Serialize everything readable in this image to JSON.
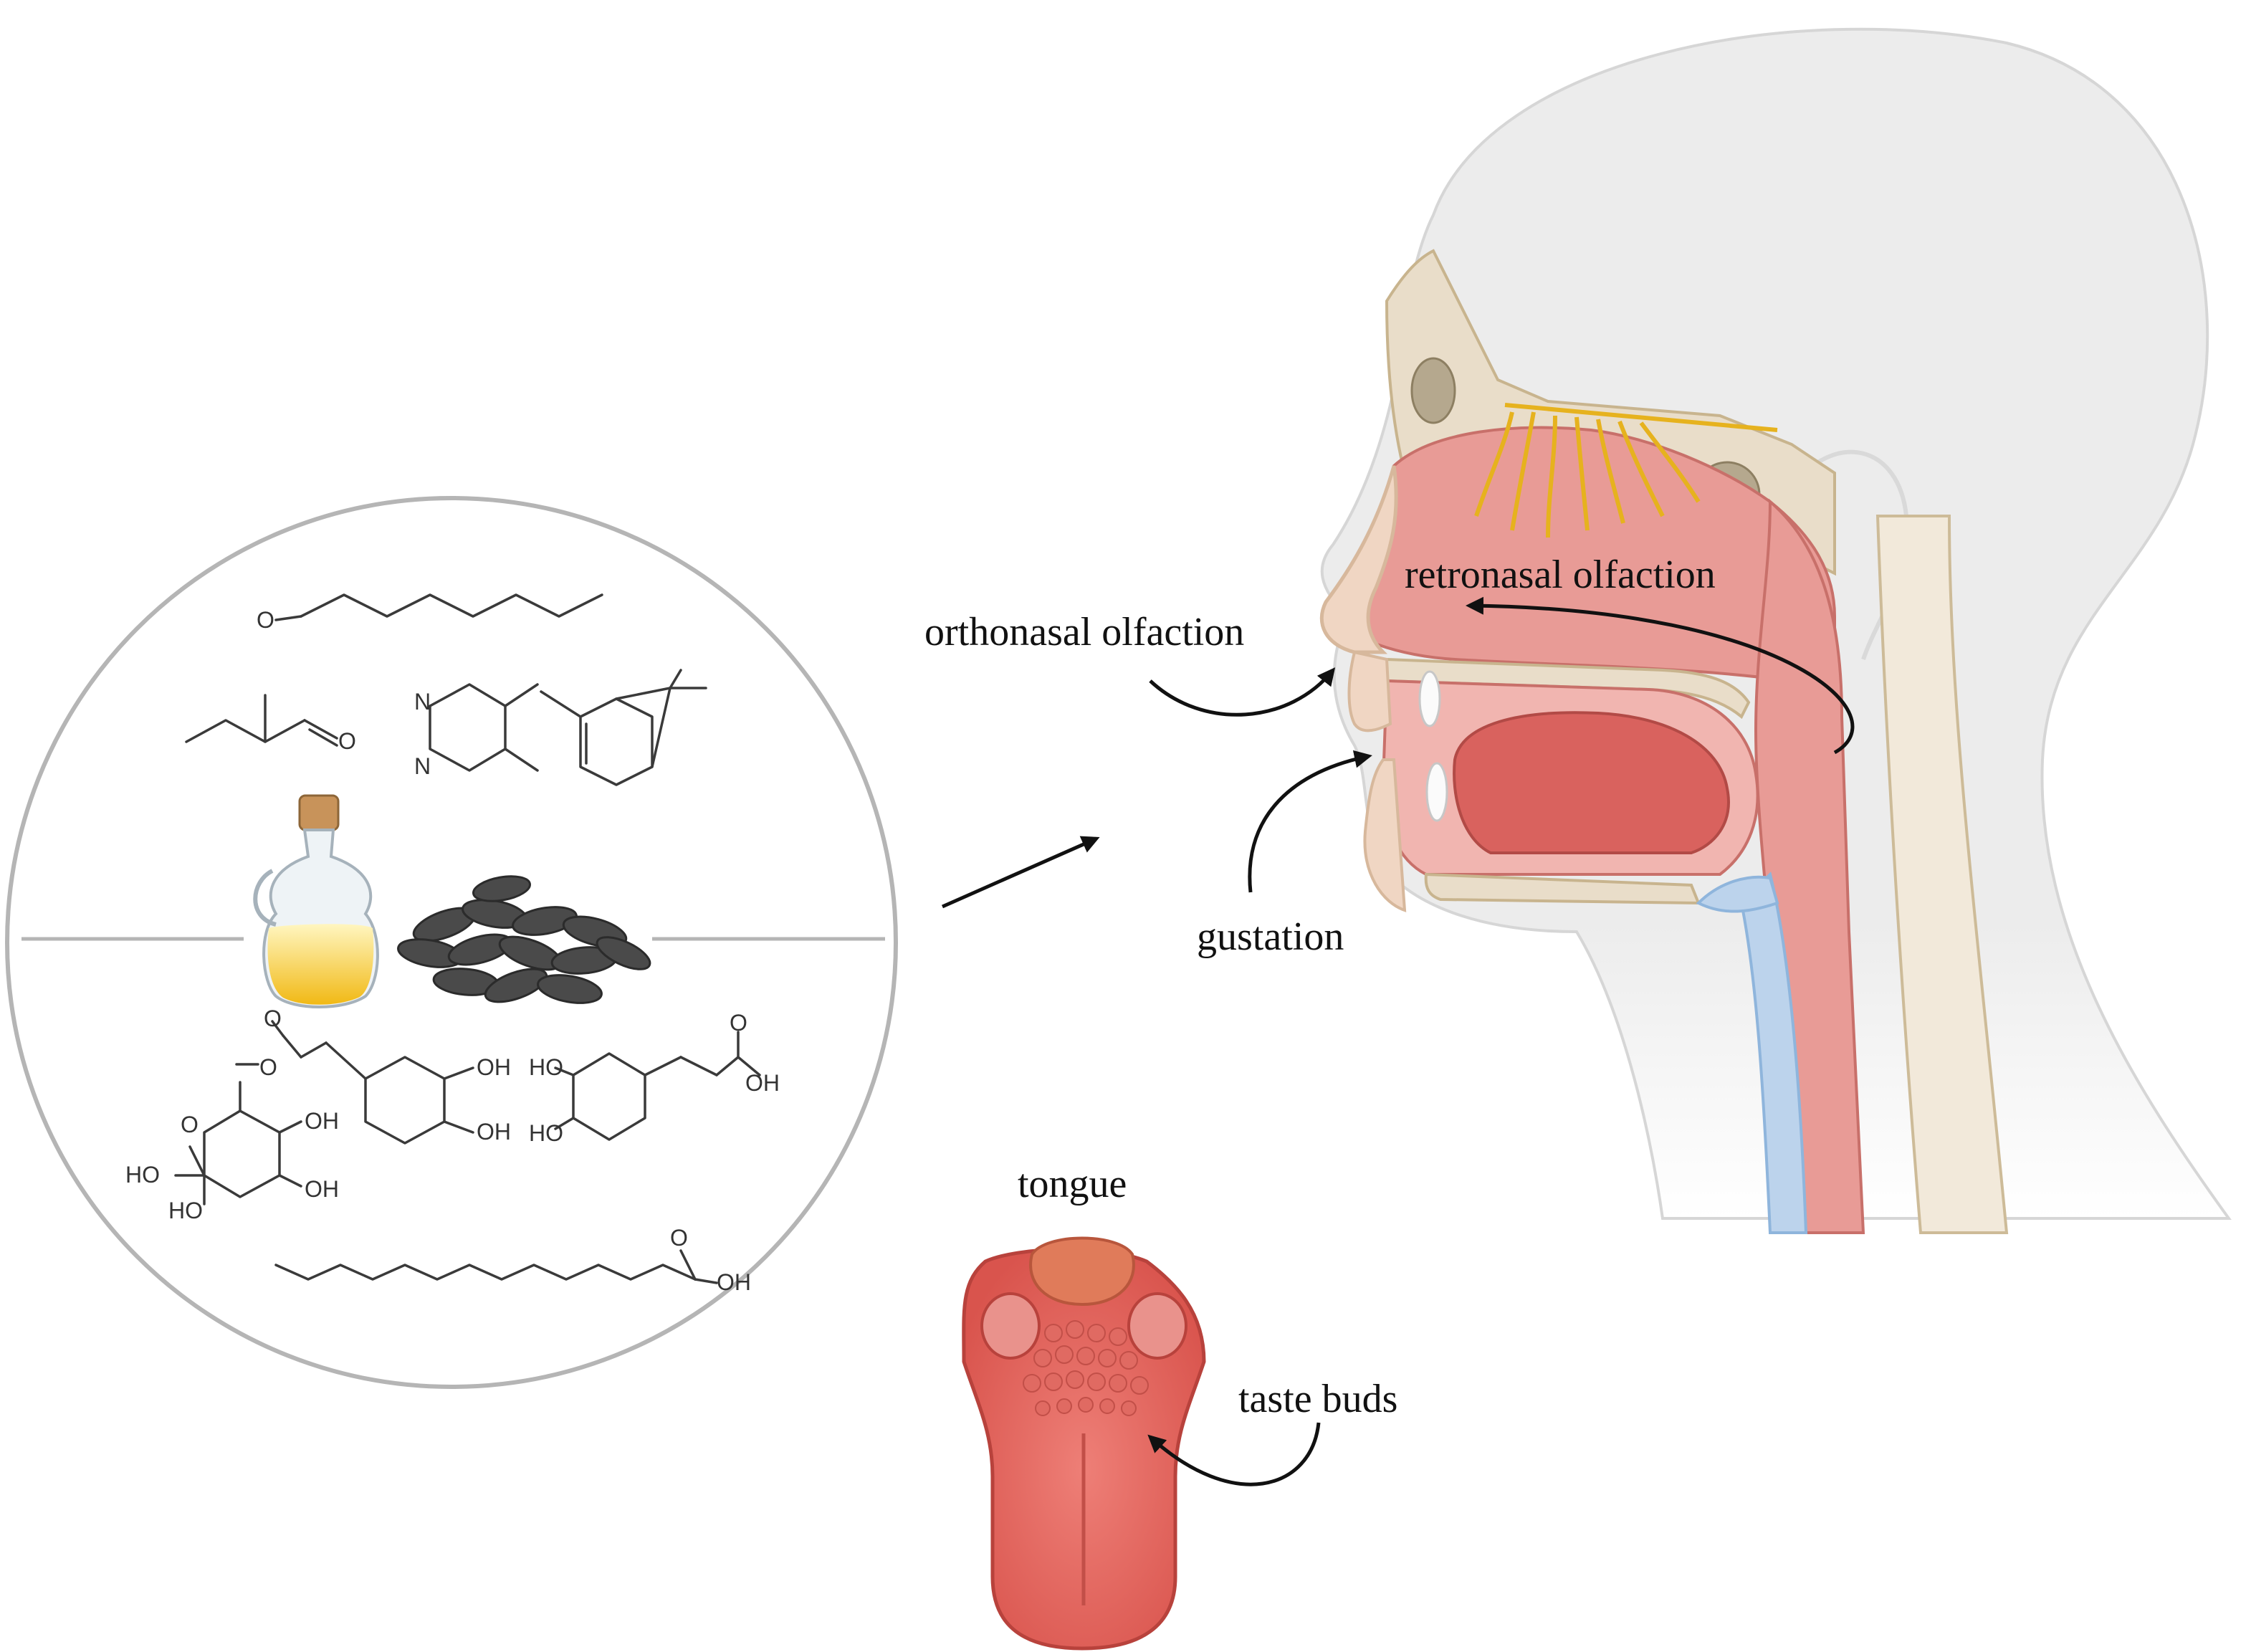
{
  "labels": {
    "orthonasal": "orthonasal olfaction",
    "retronasal": "retronasal olfaction",
    "gustation": "gustation",
    "tongue": "tongue",
    "taste_buds": "taste buds"
  },
  "chem_text": {
    "O": "O",
    "N": "N",
    "OH": "OH",
    "HO": "HO"
  },
  "colors": {
    "mucosa": "#e88a86",
    "mucosa_dark": "#d9625e",
    "nerve": "#e6b21e",
    "oil": "#f5c825",
    "seeds": "#4a4a4a",
    "head": "#ececec",
    "bone": "#e9ddc9",
    "airway": "#8fb5dc"
  }
}
